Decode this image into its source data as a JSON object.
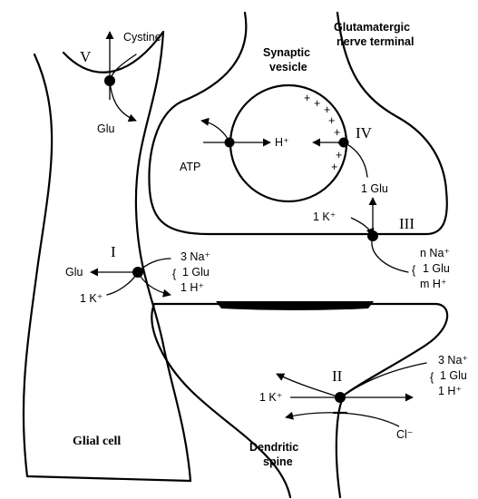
{
  "labels": {
    "glutamatergic_terminal": [
      "Glutamatergic",
      "nerve terminal"
    ],
    "synaptic_vesicle": [
      "Synaptic",
      "vesicle"
    ],
    "glial_cell": "Glial cell",
    "dendritic_spine": [
      "Dendritic",
      "spine"
    ],
    "vesicle_charges": "+"
  },
  "transporters": {
    "I": {
      "numeral": "I",
      "out_left": "Glu",
      "in_left": "1 K⁺",
      "cotransport": [
        "3 Na⁺",
        "1 Glu",
        "1 H⁺"
      ]
    },
    "II": {
      "numeral": "II",
      "in_left": "1 K⁺",
      "cotransport": [
        "3 Na⁺",
        "1 Glu",
        "1 H⁺"
      ],
      "anion": "Cl⁻"
    },
    "III": {
      "numeral": "III",
      "in_top": "1 K⁺",
      "out_top": "1 Glu",
      "cotransport": [
        "n Na⁺",
        "1 Glu",
        "m H⁺"
      ]
    },
    "IV": {
      "numeral": "IV",
      "left_in": "ATP",
      "left_out": "H⁺"
    },
    "V": {
      "numeral": "V",
      "top": "Cystine",
      "bottom": "Glu"
    }
  }
}
